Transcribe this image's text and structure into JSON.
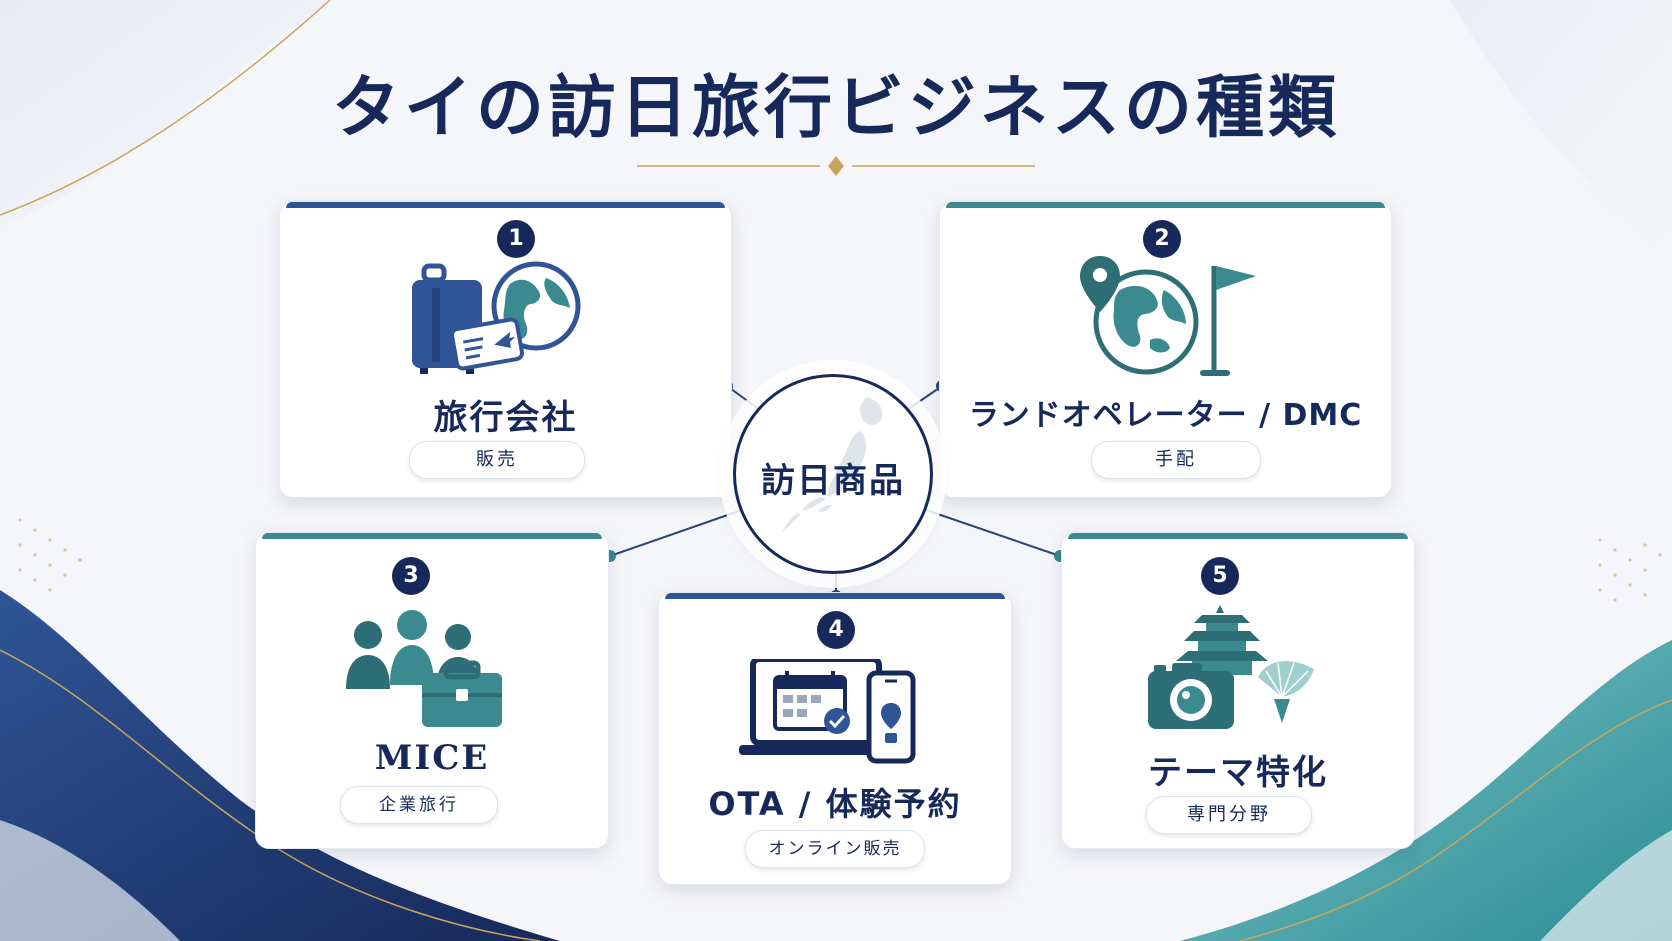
{
  "title": "タイの訪日旅行ビジネスの種類",
  "center": {
    "label": "訪日商品"
  },
  "colors": {
    "navy": "#17295a",
    "blue": "#2f5596",
    "teal": "#3a8a8f",
    "gold": "#c9a45c"
  },
  "cards": [
    {
      "number": "1",
      "label": "旅行会社",
      "tag": "販売",
      "icon": "suitcase-globe-icon"
    },
    {
      "number": "2",
      "label": "ランドオペレーター / DMC",
      "tag": "手配",
      "icon": "map-pin-globe-flag-icon"
    },
    {
      "number": "3",
      "label": "MICE",
      "tag": "企業旅行",
      "icon": "group-briefcase-icon"
    },
    {
      "number": "4",
      "label": "OTA / 体験予約",
      "tag": "オンライン販売",
      "icon": "laptop-phone-booking-icon"
    },
    {
      "number": "5",
      "label": "テーマ特化",
      "tag": "専門分野",
      "icon": "pagoda-camera-fan-icon"
    }
  ]
}
